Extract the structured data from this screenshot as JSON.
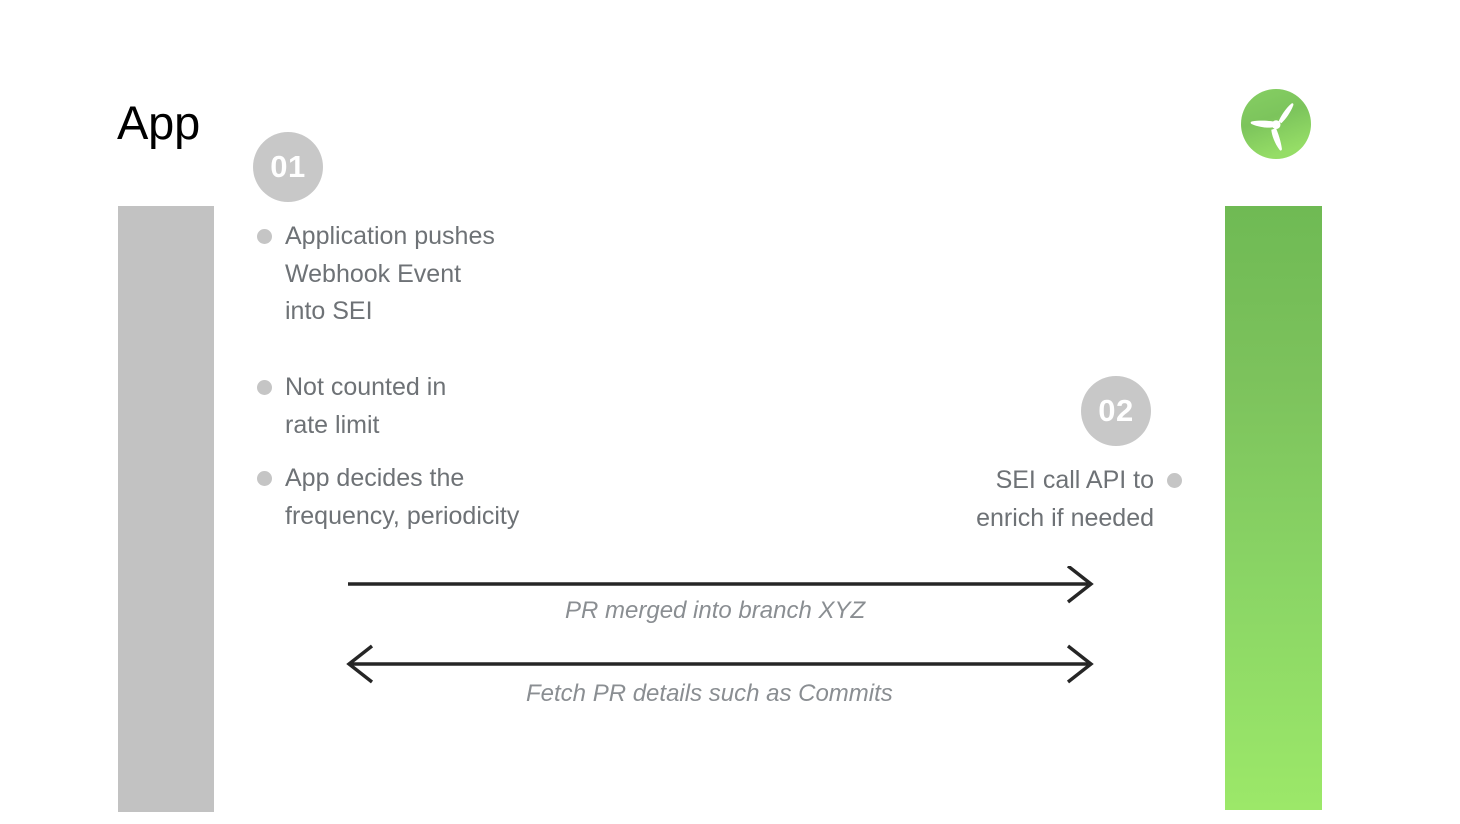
{
  "slide": {
    "title": "App",
    "background_color": "#ffffff"
  },
  "brand": {
    "logo_name": "harness-propeller-logo",
    "circle_color_top": "#7cc45c",
    "circle_color_bottom": "#95dd66",
    "blade_color": "#ffffff"
  },
  "lanes": [
    {
      "id": "app-lane",
      "label": "App",
      "color": "#c2c2c2",
      "side": "left"
    },
    {
      "id": "sei-lane",
      "label": "",
      "color_top": "#6fba54",
      "color_bottom": "#9ce869",
      "side": "right"
    }
  ],
  "steps": [
    {
      "number": "01",
      "side": "left",
      "badge_color": "#c8c8c8",
      "bullets": [
        "Application pushes\nWebhook Event\ninto SEI",
        "Not counted in\nrate limit",
        "App decides the\nfrequency, periodicity"
      ]
    },
    {
      "number": "02",
      "side": "right",
      "badge_color": "#c8c8c8",
      "bullets": [
        "SEI call API to\nenrich if needed"
      ]
    }
  ],
  "messages": [
    {
      "label": "PR merged into branch XYZ",
      "direction": "right",
      "arrowheads": "end"
    },
    {
      "label": "Fetch PR details such as Commits",
      "direction": "both",
      "arrowheads": "both"
    }
  ],
  "colors": {
    "bullet_text": "#6e7276",
    "bullet_dot": "#c5c5c5",
    "arrow_line": "#262626",
    "arrow_label": "#8a8e92",
    "title": "#000000"
  }
}
